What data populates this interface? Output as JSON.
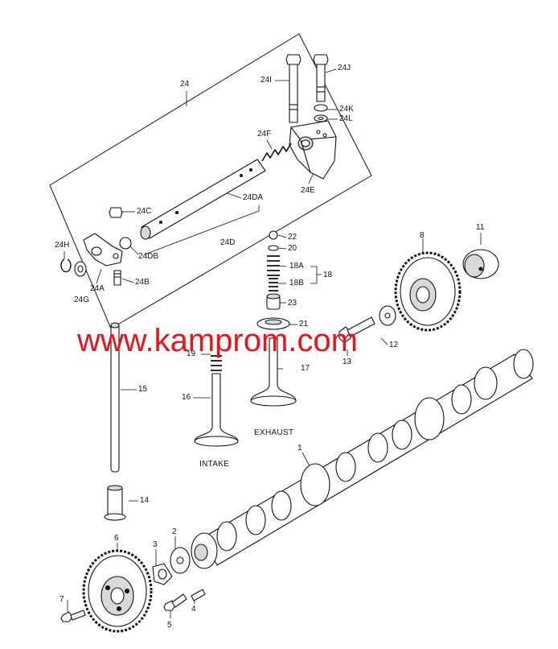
{
  "watermark": "www.kamprom.com",
  "captions": {
    "intake": "INTAKE",
    "exhaust": "EXHAUST"
  },
  "callouts": {
    "c24": "24",
    "c24I": "24I",
    "c24J": "24J",
    "c24K": "24K",
    "c24L": "24L",
    "c24F": "24F",
    "c24E": "24E",
    "c24DA": "24DA",
    "c24D": "24D",
    "c24C": "24C",
    "c24DB": "24DB",
    "c24H": "24H",
    "c24A": "24A",
    "c24G": "24G",
    "c24B": "24B",
    "c22": "22",
    "c20": "20",
    "c18A": "18A",
    "c18B": "18B",
    "c18": "18",
    "c23": "23",
    "c21": "21",
    "c19": "19",
    "c17": "17",
    "c16": "16",
    "c15": "15",
    "c14": "14",
    "c13": "13",
    "c12": "12",
    "c11": "11",
    "c8": "8",
    "c1": "1",
    "c6": "6",
    "c3": "3",
    "c2": "2",
    "c7": "7",
    "c5": "5",
    "c4": "4"
  },
  "colors": {
    "line": "#111111",
    "fill": "#ffffff",
    "shade": "#d9d9d9",
    "watermark": "#e8141c"
  }
}
